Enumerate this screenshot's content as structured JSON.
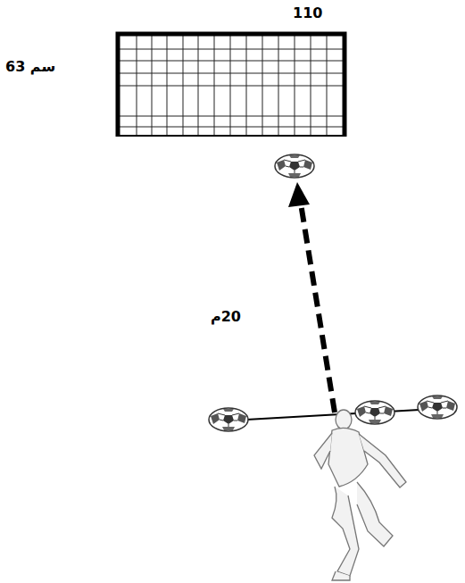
{
  "diagram": {
    "labels": [
      "110",
      "63 سم",
      "20م"
    ]
  }
}
